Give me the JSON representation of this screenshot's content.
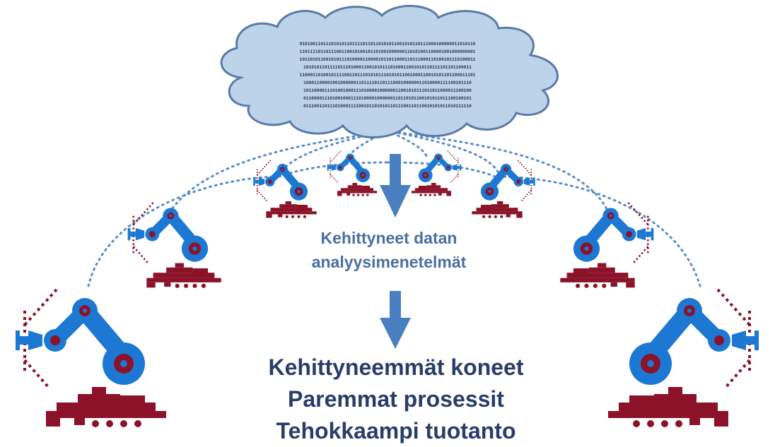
{
  "cloud": {
    "binary_lines": [
      "0101001101110101011011110110110101011001010110111000100000011010110",
      "1101111011011100110010100101101001000000110101001100001001000000001",
      "1011010110010101110100001100001011011000110111000110100101110100011",
      "1010101101111011101000110010101110100011001010110111101101100011",
      "1100011010010111100110111010101110101011001000110010101101100011101",
      "1000110000100100000011011110110111000100000011010000111100101110",
      "1011000011101001000111010000100000011001010111011011000011100100",
      "0110000111010010001110100001000000110110101100101011011100100101",
      "0111001101110100011110010110101011011100110110010101011010111110"
    ]
  },
  "analysis_label": {
    "line1": "Kehittyneet datan",
    "line2": "analyysimenetelmät"
  },
  "outcomes": {
    "line1": "Kehittyneemmät koneet",
    "line2": "Paremmat prosessit",
    "line3": "Tehokkaampi tuotanto"
  },
  "colors": {
    "robot_blue": "#1c78d2",
    "robot_dark": "#8b1228",
    "arrow_blue": "#4a7fc1",
    "cloud_fill": "#bcd3ea",
    "cloud_stroke": "#5a7aa8",
    "dotted_line": "#5b8fc7"
  }
}
